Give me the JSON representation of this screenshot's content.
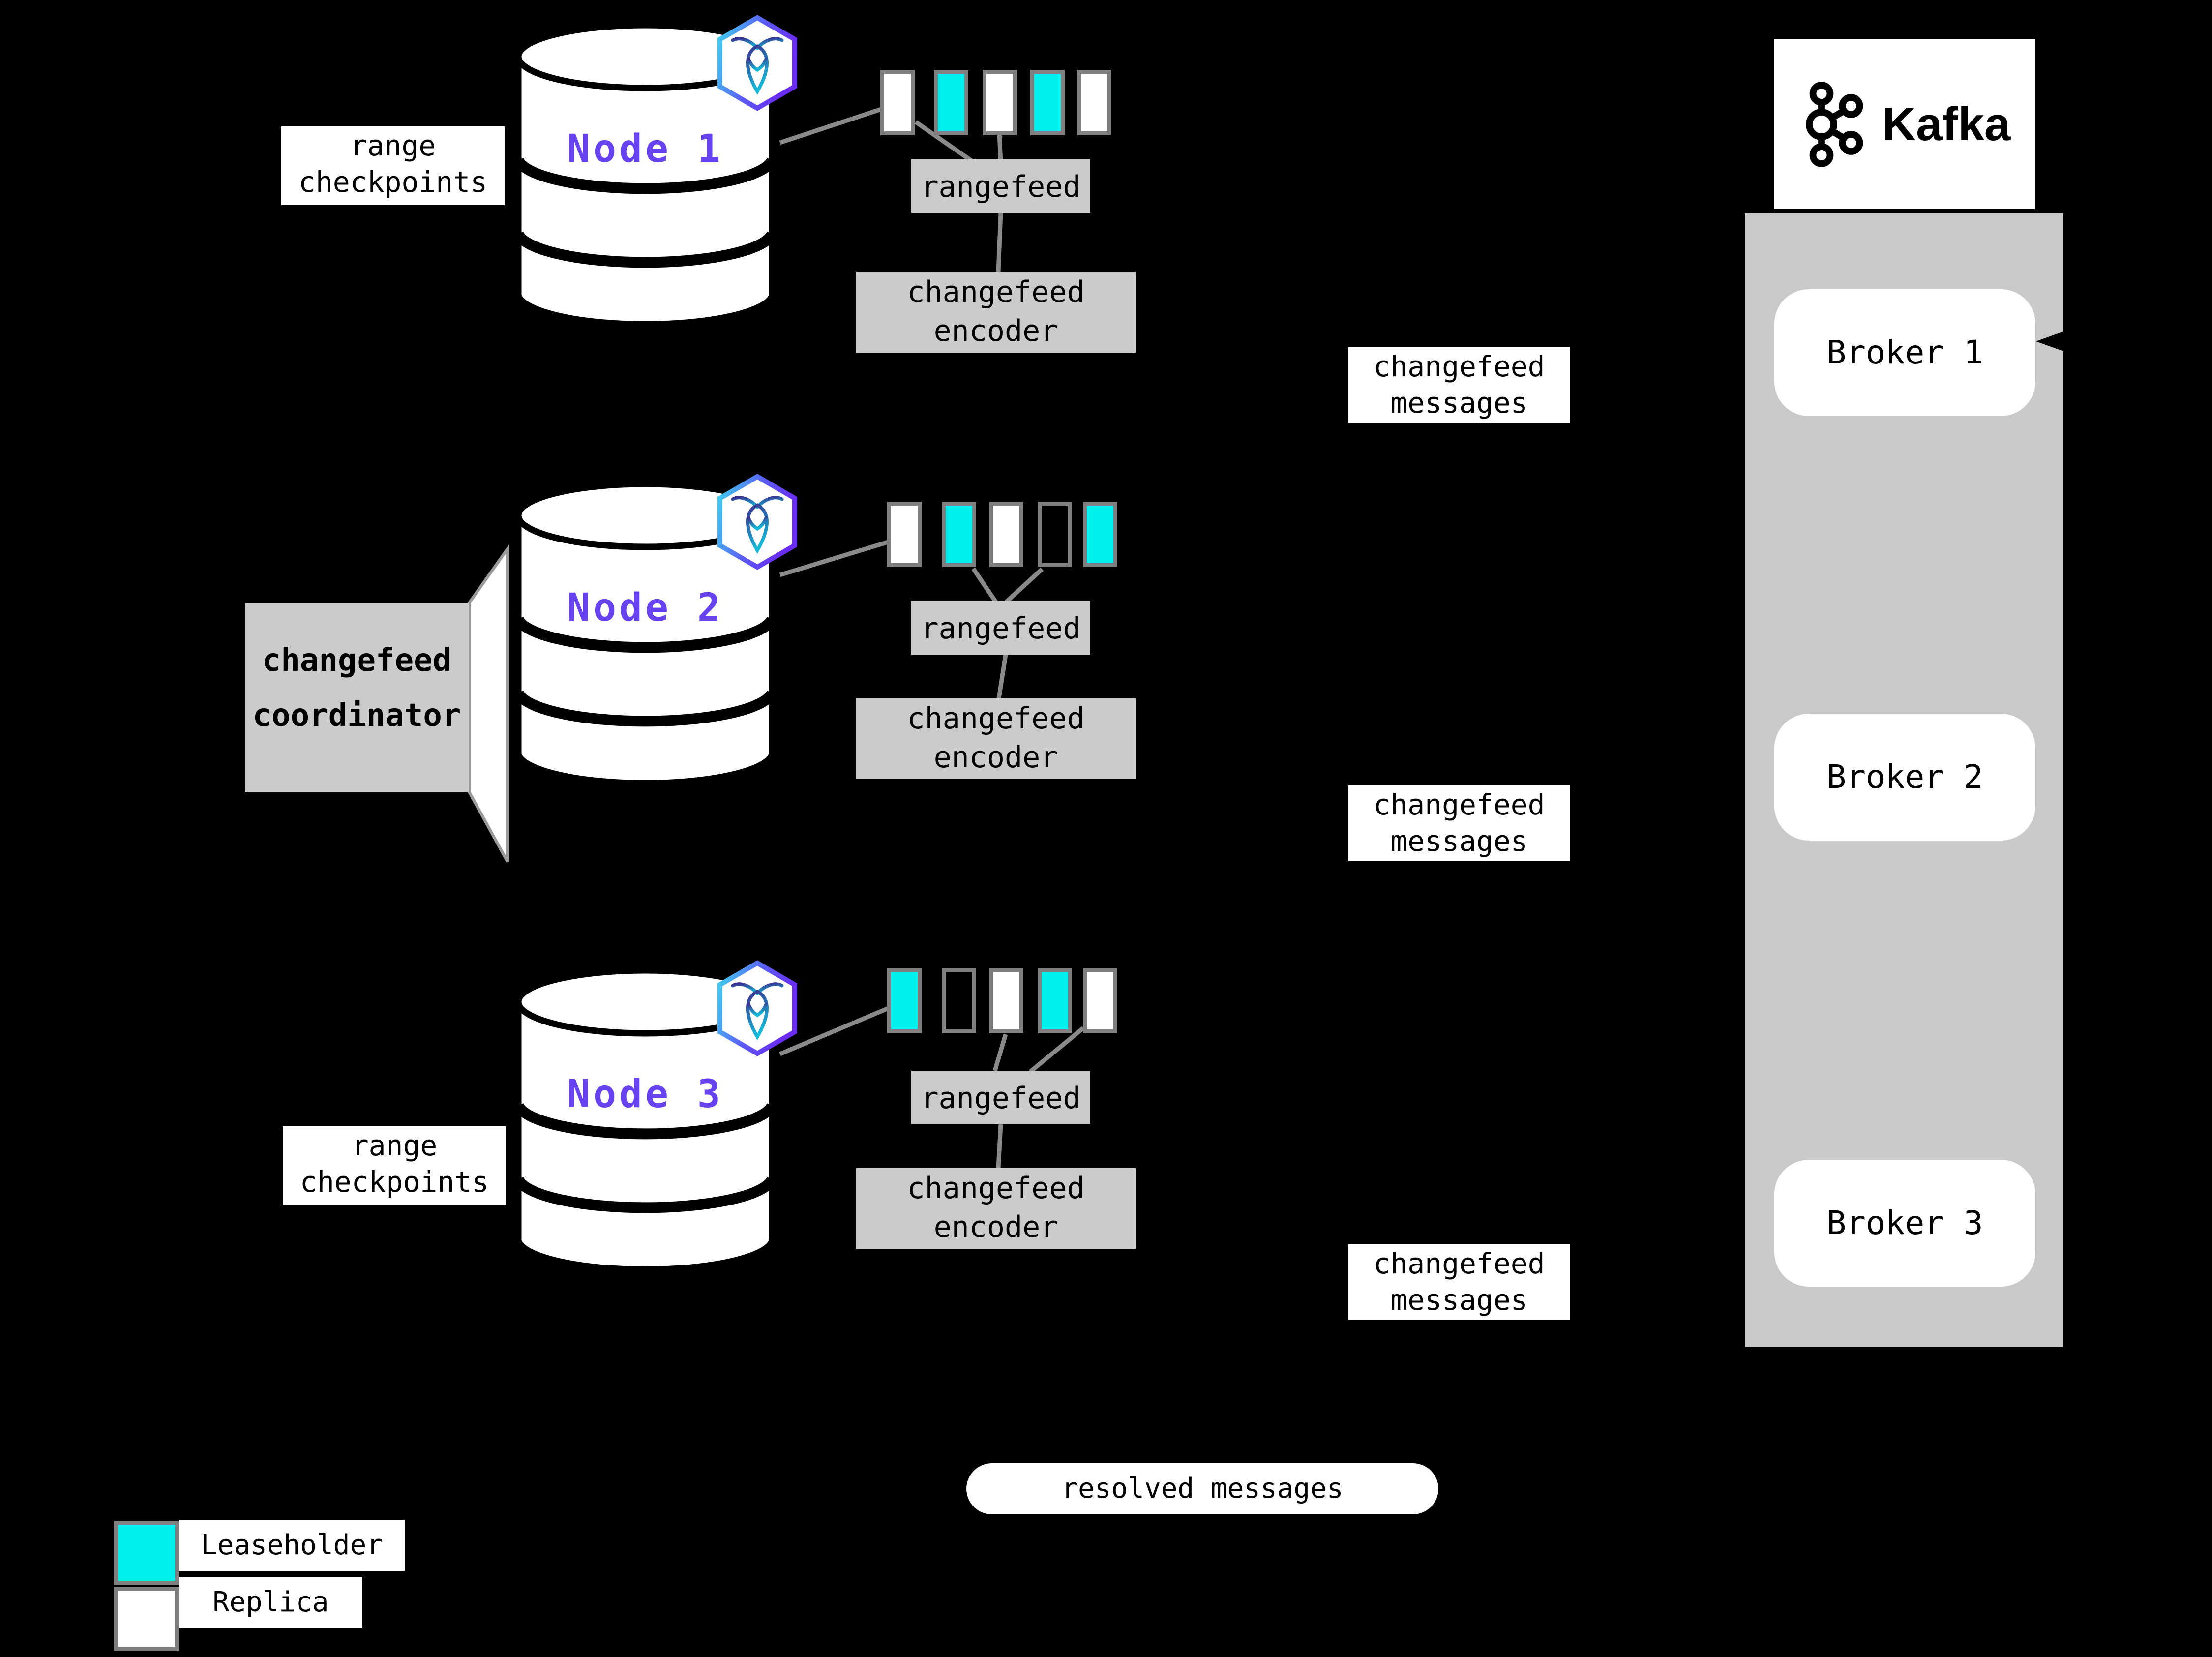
{
  "colors": {
    "background": "#000000",
    "leaseholder": "#00efef",
    "replica": "#ffffff",
    "empty": "transparent",
    "range_border": "#7f7f7f",
    "box_gray": "#cbcbcb",
    "connector_gray": "#8a8a8a",
    "node_label_purple": "#6742f1"
  },
  "nodes": [
    {
      "label": "Node 1",
      "ranges": [
        "replica",
        "leaseholder",
        "replica",
        "leaseholder",
        "replica"
      ]
    },
    {
      "label": "Node 2",
      "ranges": [
        "replica",
        "leaseholder",
        "replica",
        "empty",
        "leaseholder"
      ]
    },
    {
      "label": "Node 3",
      "ranges": [
        "leaseholder",
        "empty",
        "replica",
        "leaseholder",
        "replica"
      ]
    }
  ],
  "labels": {
    "range_checkpoints": {
      "text": "range checkpoints",
      "lines": [
        "range",
        "checkpoints"
      ]
    },
    "rangefeed": "rangefeed",
    "changefeed_encoder": {
      "text": "changefeed encoder",
      "lines": [
        "changefeed",
        "encoder"
      ]
    },
    "changefeed_messages": {
      "text": "changefeed messages",
      "lines": [
        "changefeed",
        "messages"
      ]
    },
    "changefeed_coordinator": {
      "text": "changefeed coordinator",
      "lines": [
        "changefeed",
        "coordinator"
      ]
    },
    "resolved_messages": "resolved messages"
  },
  "kafka": {
    "logo_text": "Kafka",
    "brokers": [
      {
        "label": "Broker 1"
      },
      {
        "label": "Broker 2"
      },
      {
        "label": "Broker 3"
      }
    ]
  },
  "legend": [
    {
      "label": "Leaseholder",
      "type": "leaseholder"
    },
    {
      "label": "Replica",
      "type": "replica"
    }
  ]
}
